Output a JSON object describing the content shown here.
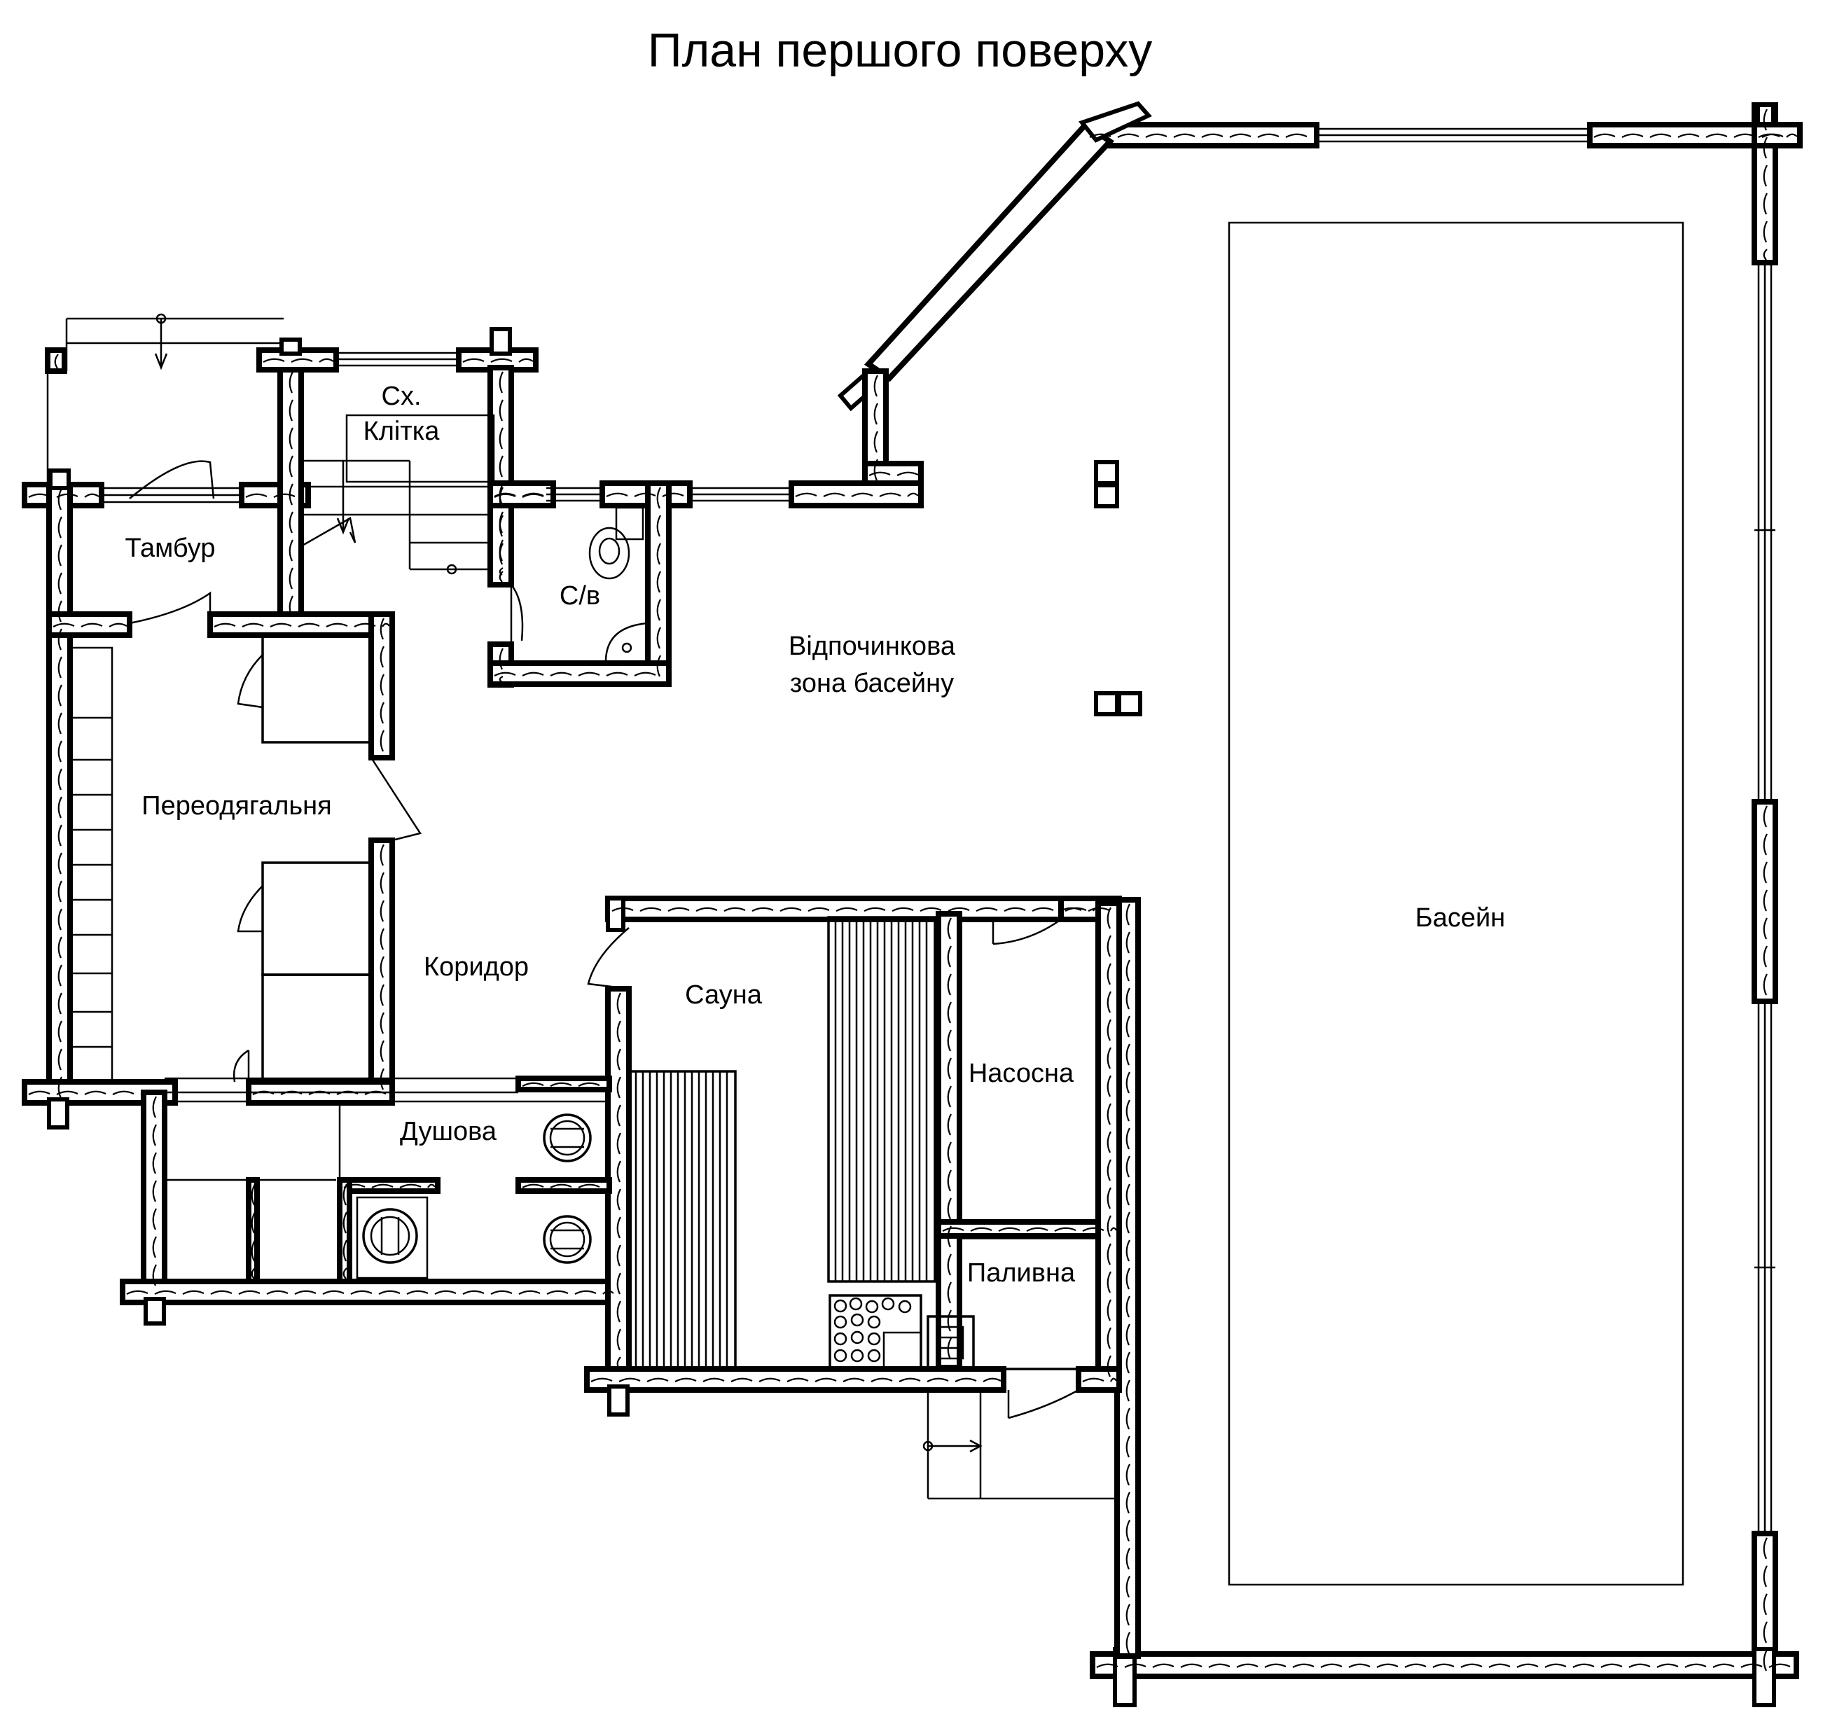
{
  "title": "План першого поверху",
  "rooms": {
    "stair_line1": "Сх.",
    "stair_line2": "Клітка",
    "vestibule": "Тамбур",
    "wc": "С/в",
    "lounge_line1": "Відпочинкова",
    "lounge_line2": "зона басейну",
    "changing": "Переодягальня",
    "corridor": "Коридор",
    "sauna": "Сауна",
    "pump": "Насосна",
    "shower": "Душова",
    "fuel": "Паливна",
    "pool": "Басейн"
  },
  "fixtures": [
    "toilet-icon",
    "shower-tray-icon",
    "tub-icon",
    "stove-icon",
    "firebox-icon",
    "bench-icon",
    "locker-icon"
  ],
  "colors": {
    "ink": "#000000",
    "paper": "#ffffff"
  }
}
